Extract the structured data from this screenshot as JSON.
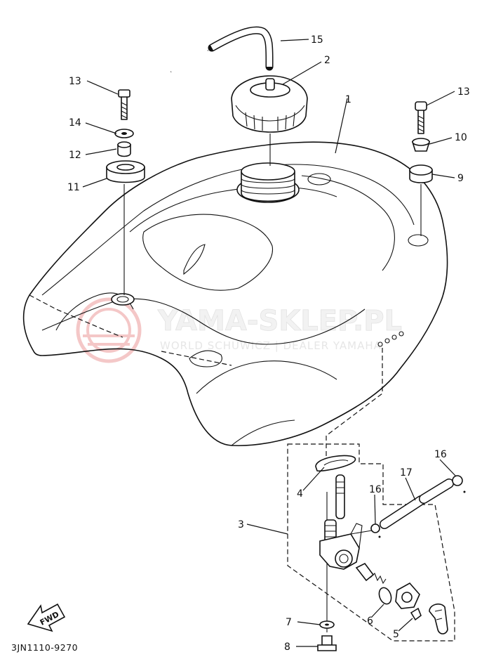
{
  "diagram": {
    "drawing_code": "3JN1110-9270",
    "fwd_label": "FWD",
    "watermark": {
      "brand": "YAMA-SKLEP.PL",
      "tagline": "WORLD SCHUWICZ | DEALER YAMAHA",
      "logo_color": "#d93a3a"
    },
    "callouts": [
      {
        "id": "c1",
        "text": "1"
      },
      {
        "id": "c2",
        "text": "2"
      },
      {
        "id": "c3",
        "text": "3"
      },
      {
        "id": "c4",
        "text": "4"
      },
      {
        "id": "c5",
        "text": "5"
      },
      {
        "id": "c6",
        "text": "6"
      },
      {
        "id": "c7",
        "text": "7"
      },
      {
        "id": "c8",
        "text": "8"
      },
      {
        "id": "c9",
        "text": "9"
      },
      {
        "id": "c10",
        "text": "10"
      },
      {
        "id": "c11",
        "text": "11"
      },
      {
        "id": "c12",
        "text": "12"
      },
      {
        "id": "c13a",
        "text": "13"
      },
      {
        "id": "c13b",
        "text": "13"
      },
      {
        "id": "c14",
        "text": "14"
      },
      {
        "id": "c15",
        "text": "15"
      },
      {
        "id": "c16a",
        "text": "16"
      },
      {
        "id": "c16b",
        "text": "16"
      },
      {
        "id": "c17",
        "text": "17"
      }
    ]
  }
}
